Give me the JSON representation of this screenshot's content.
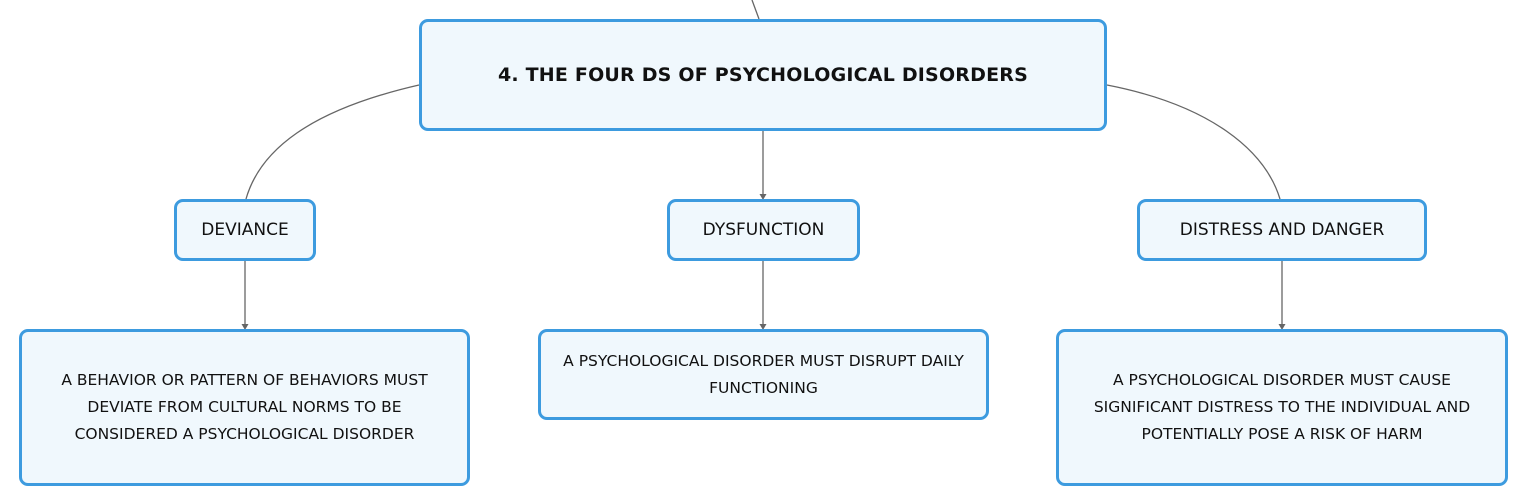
{
  "root": {
    "label": "4. THE FOUR DS OF PSYCHOLOGICAL DISORDERS"
  },
  "branches": [
    {
      "label": "DEVIANCE",
      "description": "A BEHAVIOR OR PATTERN OF BEHAVIORS MUST DEVIATE FROM CULTURAL NORMS TO BE CONSIDERED A PSYCHOLOGICAL DISORDER"
    },
    {
      "label": "DYSFUNCTION",
      "description": "A PSYCHOLOGICAL DISORDER MUST DISRUPT DAILY FUNCTIONING"
    },
    {
      "label": "DISTRESS AND DANGER",
      "description": "A PSYCHOLOGICAL DISORDER MUST CAUSE SIGNIFICANT DISTRESS TO THE INDIVIDUAL AND POTENTIALLY POSE A RISK OF HARM"
    }
  ],
  "colors": {
    "node_border": "#3d9bdf",
    "node_fill": "#f0f8fd",
    "connector": "#666666",
    "text": "#111111"
  }
}
